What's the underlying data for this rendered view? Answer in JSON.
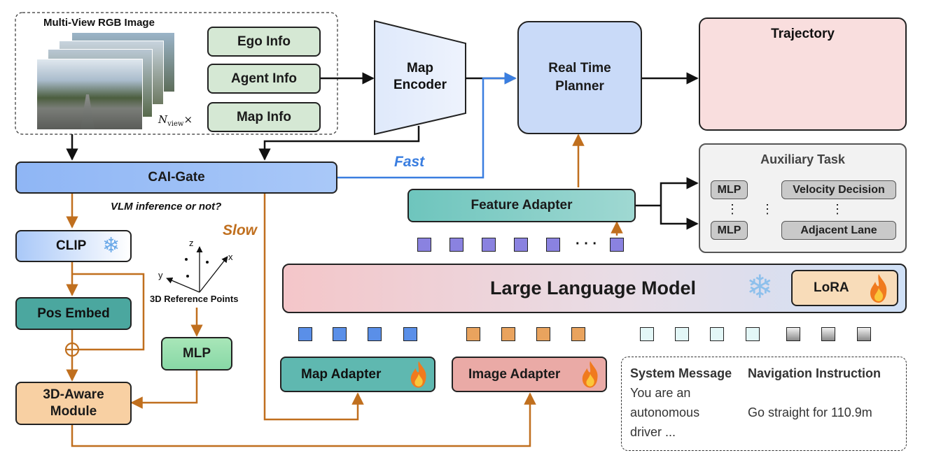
{
  "input": {
    "title": "Multi-View RGB Image",
    "nview": "N",
    "nview_sub": "view",
    "nview_times": "×",
    "ego": "Ego Info",
    "agent": "Agent Info",
    "map": "Map Info"
  },
  "map_encoder": {
    "line1": "Map",
    "line2": "Encoder"
  },
  "planner": {
    "line1": "Real Time",
    "line2": "Planner"
  },
  "trajectory": {
    "title": "Trajectory"
  },
  "gate": {
    "label": "CAI-Gate",
    "question": "VLM inference or not?",
    "fast": "Fast",
    "slow": "Slow"
  },
  "clip": {
    "label": "CLIP"
  },
  "pos_embed": {
    "label": "Pos Embed"
  },
  "aware": {
    "line1": "3D-Aware",
    "line2": "Module"
  },
  "mlp": {
    "label": "MLP"
  },
  "ref_points": {
    "label": "3D Reference Points",
    "x": "x",
    "y": "y",
    "z": "z"
  },
  "feature_adapter": {
    "label": "Feature Adapter"
  },
  "auxiliary": {
    "title": "Auxiliary Task",
    "mlp1": "MLP",
    "mlp2": "MLP",
    "task1": "Velocity Decision",
    "task2": "Adjacent Lane",
    "dots": "⋮"
  },
  "llm": {
    "label": "Large Language Model",
    "lora": "LoRA"
  },
  "ellipsis": "· · ·",
  "map_adapter": {
    "label": "Map Adapter"
  },
  "image_adapter": {
    "label": "Image Adapter"
  },
  "prompt": {
    "sys_title": "System Message",
    "nav_title": "Navigation Instruction",
    "sys_l1": "You are an",
    "sys_l2": "autonomous",
    "sys_l3": "driver ...",
    "nav_text": "Go straight for 110.9m"
  },
  "colors": {
    "orange_arrow": "#c06f1e",
    "blue_arrow": "#3a7ee0",
    "traj": "#b04a45",
    "purple_token": "#8a82e0",
    "blue_token": "#5a8fe8",
    "orange_token": "#e9a35e"
  }
}
